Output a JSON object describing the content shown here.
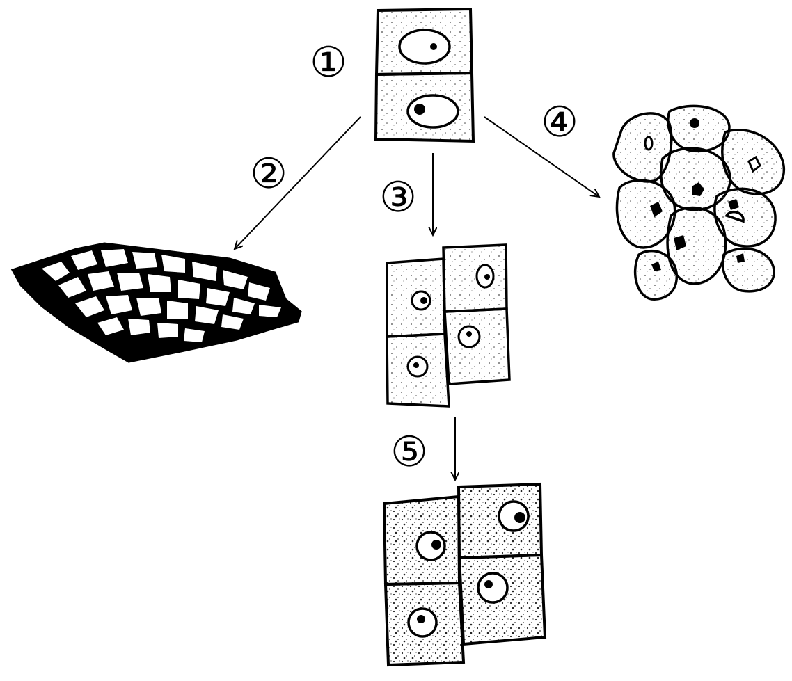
{
  "steps": [
    {
      "id": "1",
      "label": "①"
    },
    {
      "id": "2",
      "label": "②"
    },
    {
      "id": "3",
      "label": "③"
    },
    {
      "id": "4",
      "label": "④"
    },
    {
      "id": "5",
      "label": "⑤"
    }
  ],
  "colors": {
    "ink": "#000000",
    "cell_fill": "#ffffff",
    "stipple": "#555555"
  }
}
